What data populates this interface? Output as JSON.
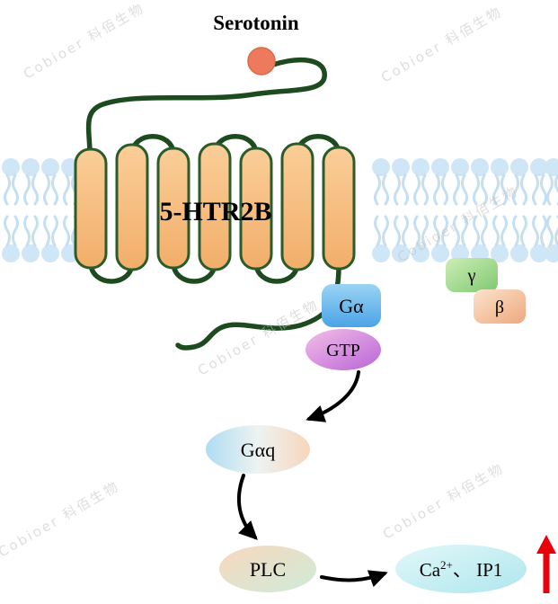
{
  "watermark_text": "Cobioer  科佰生物",
  "labels": {
    "serotonin": "Serotonin",
    "receptor": "5-HTR2B",
    "g_alpha": "Gα",
    "gtp": "GTP",
    "gamma": "γ",
    "beta": "β",
    "gaq": "Gαq",
    "plc": "PLC",
    "ca": "Ca",
    "ca_superscript": "2+",
    "ip1": "、 IP1"
  },
  "colors": {
    "helix_fill": "#F6BE7E",
    "helix_stroke": "#2A5B2A",
    "loop_green": "#1D4A1F",
    "serotonin_fill": "#EE7A5E",
    "membrane_blue": "#CCE5F6",
    "g_alpha_blue": "#4BA3E6",
    "gtp_purple": "#B964D8",
    "gamma_green": "#7FC870",
    "beta_peach": "#EFA87E",
    "gaq_gradient_left": "#AFDCF2",
    "gaq_gradient_right": "#F7D6BD",
    "ca_cyan": "#AEE6EC",
    "arrow_black": "#000000",
    "arrow_red": "#E8000B",
    "watermark_gray": "#C4C4C4"
  }
}
